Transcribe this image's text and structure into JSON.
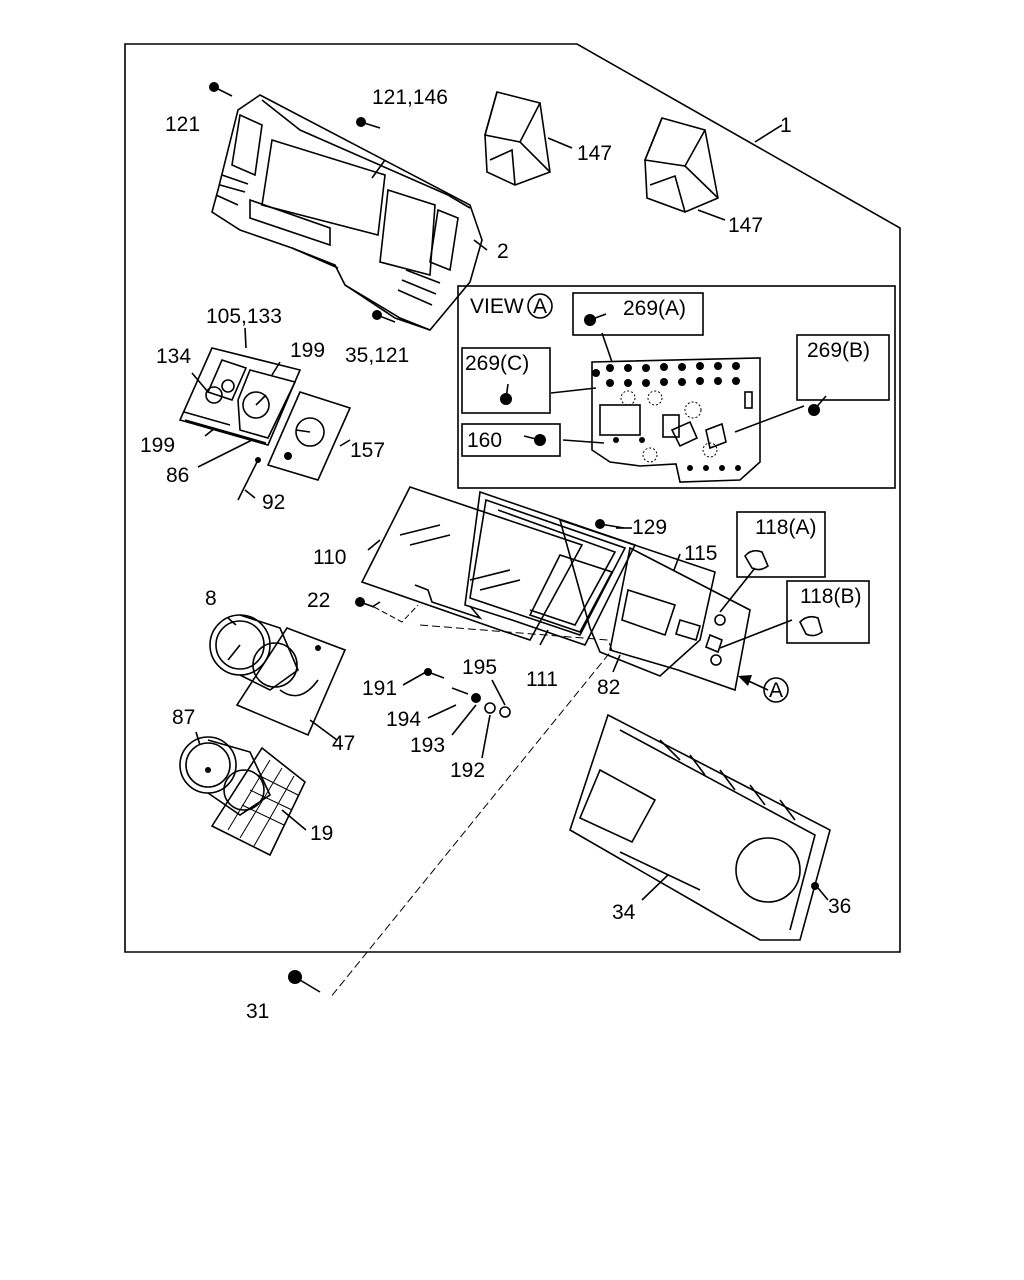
{
  "view_title": "VIEW",
  "view_mark": "A",
  "callouts": {
    "c1": "1",
    "c2": "2",
    "c8": "8",
    "c19": "19",
    "c22": "22",
    "c31": "31",
    "c34": "34",
    "c36": "36",
    "c47": "47",
    "c82": "82",
    "c86": "86",
    "c87": "87",
    "c92": "92",
    "c110": "110",
    "c111": "111",
    "c115": "115",
    "c121": "121",
    "c121_146": "121,146",
    "c35_121": "35,121",
    "c105_133": "105,133",
    "c129": "129",
    "c134": "134",
    "c147a": "147",
    "c147b": "147",
    "c157": "157",
    "c160": "160",
    "c191": "191",
    "c192": "192",
    "c193": "193",
    "c194": "194",
    "c195": "195",
    "c199a": "199",
    "c199b": "199",
    "c269a": "269(A)",
    "c269b": "269(B)",
    "c269c": "269(C)",
    "c118a": "118(A)",
    "c118b": "118(B)",
    "arrow_mark": "A"
  }
}
